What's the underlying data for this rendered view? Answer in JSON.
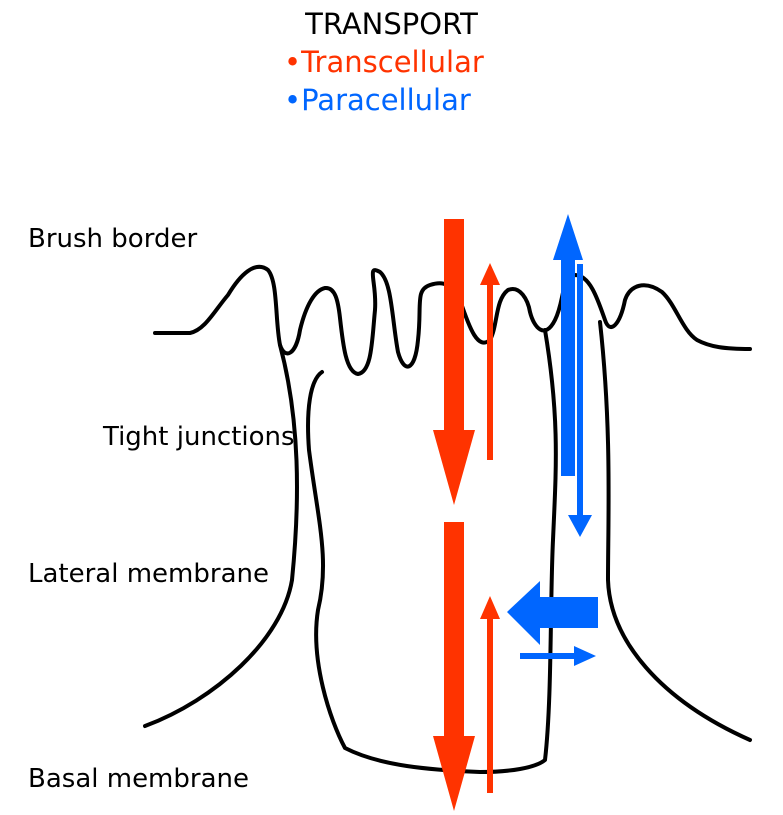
{
  "header": {
    "title": "TRANSPORT",
    "legend": [
      {
        "label": "Transcellular",
        "color": "#ff3300"
      },
      {
        "label": "Paracellular",
        "color": "#0066ff"
      }
    ],
    "bullet": "•"
  },
  "labels": {
    "brush_border": "Brush border",
    "tight_junctions": "Tight junctions",
    "lateral_membrane": "Lateral membrane",
    "basal_membrane": "Basal membrane"
  },
  "colors": {
    "transcellular": "#ff3300",
    "paracellular": "#0066ff",
    "membrane": "#000000"
  }
}
